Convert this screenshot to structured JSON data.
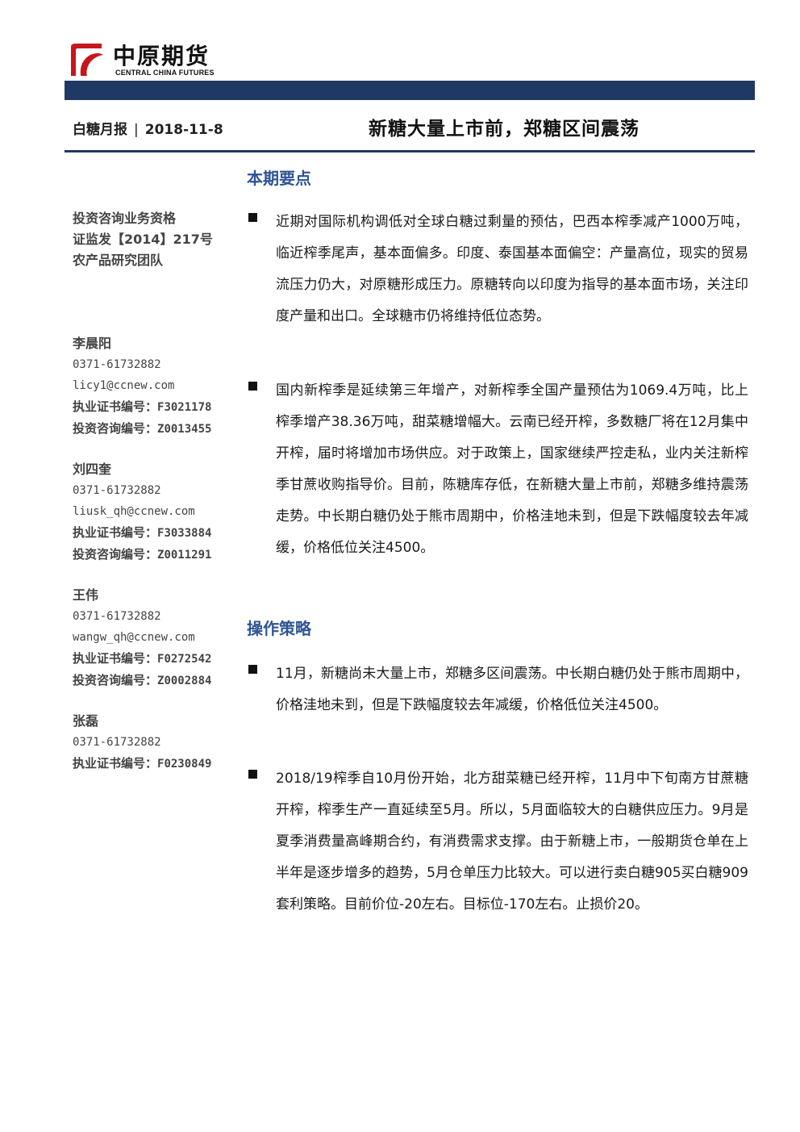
{
  "brand": {
    "name_cn": "中原期货",
    "name_en": "CENTRAL CHINA FUTURES",
    "bar_color": "#1f3864",
    "logo_red": "#c8161d"
  },
  "header": {
    "report_type": "白糖月报",
    "separator": "|",
    "date": "2018-11-8",
    "title": "新糖大量上市前，郑糖区间震荡"
  },
  "sidebar": {
    "qualifications": [
      "投资咨询业务资格",
      "证监发【2014】217号",
      "农产品研究团队"
    ],
    "analysts": [
      {
        "name": "李晨阳",
        "phone": "0371-61732882",
        "email": "licy1@ccnew.com",
        "cert_label": "执业证书编号：",
        "cert": "F3021178",
        "consult_label": "投资咨询编号：",
        "consult": "Z0013455"
      },
      {
        "name": "刘四奎",
        "phone": "0371-61732882",
        "email": "liusk_qh@ccnew.com",
        "cert_label": "执业证书编号：",
        "cert": "F3033884",
        "consult_label": "投资咨询编号：",
        "consult": "Z0011291"
      },
      {
        "name": "王伟",
        "phone": "0371-61732882",
        "email": "wangw_qh@ccnew.com",
        "cert_label": "执业证书编号：",
        "cert": "F0272542",
        "consult_label": "投资咨询编号：",
        "consult": "Z0002884"
      },
      {
        "name": "张磊",
        "phone": "0371-61732882",
        "cert_label": "执业证书编号：",
        "cert": "F0230849"
      }
    ]
  },
  "main": {
    "section1": {
      "heading": "本期要点",
      "bullets": [
        "近期对国际机构调低对全球白糖过剩量的预估，巴西本榨季减产1000万吨，临近榨季尾声，基本面偏多。印度、泰国基本面偏空：产量高位，现实的贸易流压力仍大，对原糖形成压力。原糖转向以印度为指导的基本面市场，关注印度产量和出口。全球糖市仍将维持低位态势。",
        "国内新榨季是延续第三年增产，对新榨季全国产量预估为1069.4万吨，比上榨季增产38.36万吨，甜菜糖增幅大。云南已经开榨，多数糖厂将在12月集中开榨，届时将增加市场供应。对于政策上，国家继续严控走私，业内关注新榨季甘蔗收购指导价。目前，陈糖库存低，在新糖大量上市前，郑糖多维持震荡走势。中长期白糖仍处于熊市周期中，价格洼地未到，但是下跌幅度较去年减缓，价格低位关注4500。"
      ]
    },
    "section2": {
      "heading": "操作策略",
      "bullets": [
        "11月，新糖尚未大量上市，郑糖多区间震荡。中长期白糖仍处于熊市周期中，价格洼地未到，但是下跌幅度较去年减缓，价格低位关注4500。",
        "2018/19榨季自10月份开始，北方甜菜糖已经开榨，11月中下旬南方甘蔗糖开榨，榨季生产一直延续至5月。所以，5月面临较大的白糖供应压力。9月是夏季消费量高峰期合约，有消费需求支撑。由于新糖上市，一般期货仓单在上半年是逐步增多的趋势，5月仓单压力比较大。可以进行卖白糖905买白糖909套利策略。目前价位-20左右。目标位-170左右。止损价20。"
      ]
    }
  }
}
